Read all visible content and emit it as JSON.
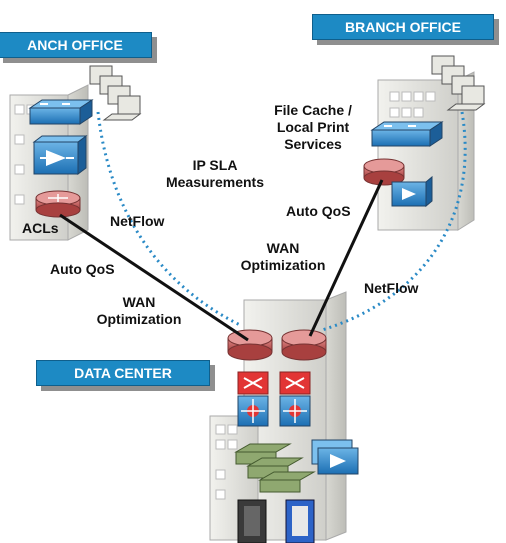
{
  "banners": {
    "branch_left": "ANCH OFFICE",
    "branch_right": "BRANCH OFFICE",
    "data_center": "DATA CENTER"
  },
  "labels": {
    "acls": "ACLs",
    "ip_sla_1": "IP SLA",
    "ip_sla_2": "Measurements",
    "netflow_left": "NetFlow",
    "auto_qos_left": "Auto QoS",
    "wan_opt_left_1": "WAN",
    "wan_opt_left_2": "Optimization",
    "file_cache_1": "File Cache /",
    "file_cache_2": "Local Print",
    "file_cache_3": "Services",
    "auto_qos_right": "Auto QoS",
    "wan_opt_right_1": "WAN",
    "wan_opt_right_2": "Optimization",
    "netflow_right": "NetFlow"
  },
  "colors": {
    "banner_blue": "#1d8ac4",
    "router_red": "#c9605f",
    "switch_blue": "#3c8fd0",
    "link_dotted": "#2a8ac6",
    "building": "#e4e4df"
  }
}
